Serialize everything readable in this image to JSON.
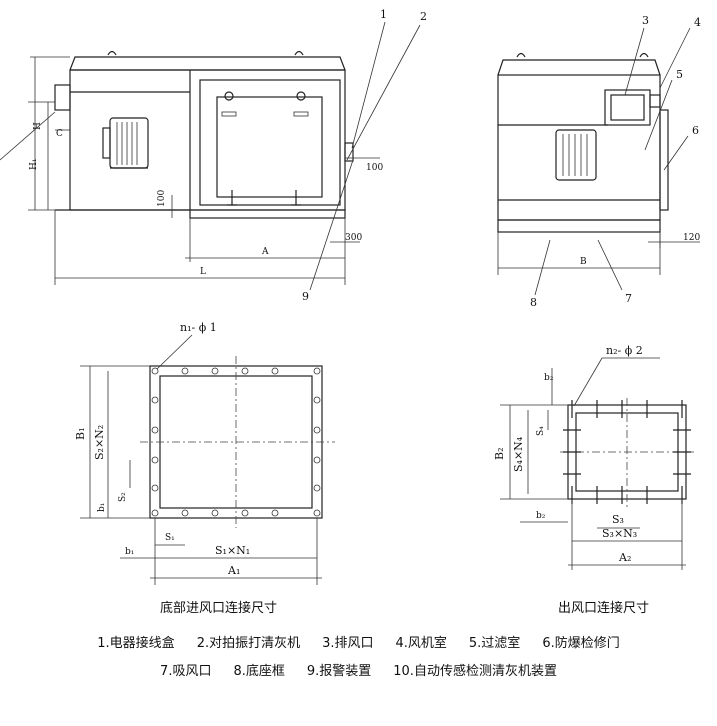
{
  "side_view": {
    "callouts": [
      "1",
      "2",
      "9"
    ],
    "dims": {
      "H": "H",
      "H1": "H₁",
      "C": "C",
      "d100_right": "100",
      "d100_left": "100",
      "d300": "300",
      "A": "A",
      "L": "L"
    }
  },
  "end_view": {
    "callouts": [
      "3",
      "4",
      "5",
      "6",
      "7",
      "8"
    ],
    "dims": {
      "d120": "120",
      "B": "B"
    }
  },
  "inlet_flange": {
    "label_holes": "n₁- ϕ 1",
    "dims": {
      "B1": "B₁",
      "S2N2": "S₂×N₂",
      "b1_v": "b₁",
      "S2": "S₂",
      "S1": "S₁",
      "b1_h": "b₁",
      "S1N1": "S₁×N₁",
      "A1": "A₁"
    },
    "caption": "底部进风口连接尺寸"
  },
  "outlet_flange": {
    "label_holes": "n₂- ϕ 2",
    "dims": {
      "b2_v": "b₂",
      "B2": "B₂",
      "S4N4": "S₄×N₄",
      "S4": "S₄",
      "b2_h": "b₂",
      "S3": "S₃",
      "S3N3": "S₃×N₃",
      "A2": "A₂"
    },
    "caption": "出风口连接尺寸"
  },
  "legend": {
    "row1": [
      "1.电器接线盒",
      "2.对拍振打清灰机",
      "3.排风口",
      "4.风机室",
      "5.过滤室",
      "6.防爆检修门"
    ],
    "row2": [
      "7.吸风口",
      "8.底座框",
      "9.报警装置",
      "10.自动传感检测清灰机装置"
    ]
  }
}
